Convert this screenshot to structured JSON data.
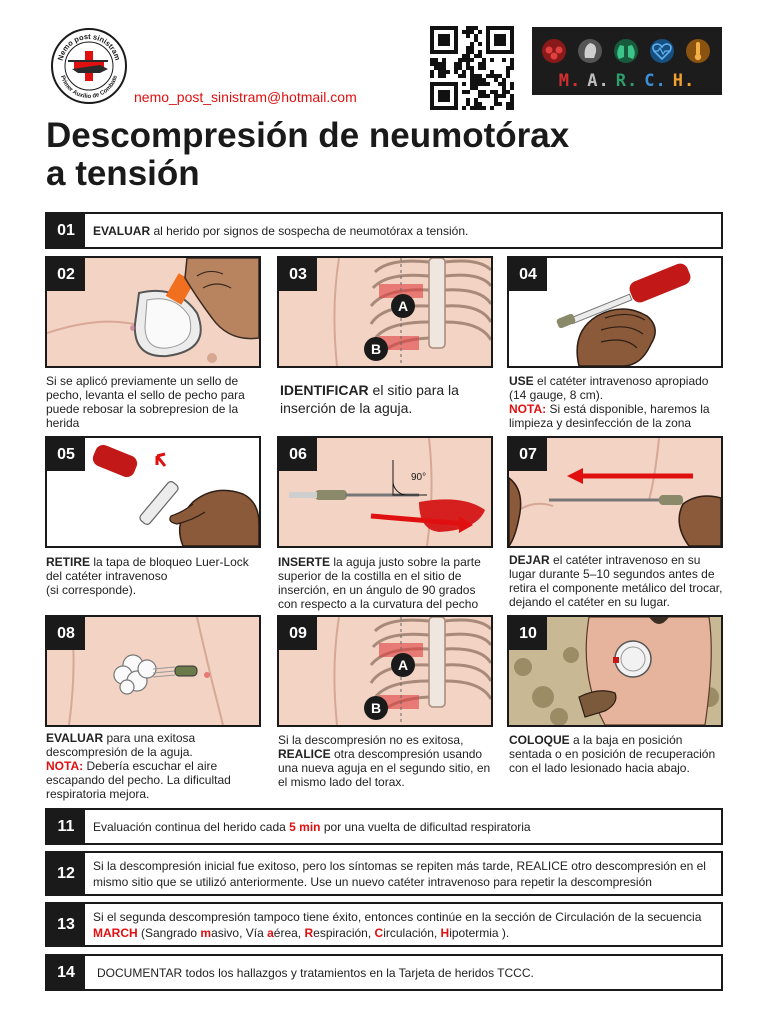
{
  "header": {
    "logo_text_top": "Nemo post sinistram",
    "logo_text_bottom": "Primer Auxilio de Combate",
    "email": "nemo_post_sinistram@hotmail.com",
    "march_letters": [
      "M.",
      "A.",
      "R.",
      "C.",
      "H."
    ],
    "march_colors": [
      "#d32f2f",
      "#bdbdbd",
      "#2e9d6a",
      "#3a8fd6",
      "#f0a030"
    ],
    "title_line1": "Descompresión de neumotórax",
    "title_line2": "a tensión"
  },
  "step01": {
    "num": "01",
    "bold": "EVALUAR",
    "text": " al herido por signos de sospecha de neumotórax a tensión."
  },
  "panels": {
    "p02": {
      "num": "02",
      "caption": "Si se aplicó previamente un sello de pecho, levanta el sello de pecho para puede rebosar la sobrepresion de la herida"
    },
    "p03": {
      "num": "03",
      "bold": "IDENTIFICAR",
      "text": " el sitio para la inserción de la aguja.",
      "label_a": "A",
      "label_b": "B"
    },
    "p04": {
      "num": "04",
      "bold": "USE",
      "text": " el catéter intravenoso apropiado (14 gauge, 8 cm).",
      "note_label": "NOTA:",
      "note": " Si está disponible, haremos la limpieza y desinfección de la zona"
    },
    "p05": {
      "num": "05",
      "bold": "RETIRE",
      "text": " la tapa de bloqueo Luer-Lock del catéter intravenoso",
      "text2": "(si corresponde)."
    },
    "p06": {
      "num": "06",
      "bold": "INSERTE",
      "text": " la aguja justo sobre la parte superior de la costilla en el sitio de inserción, en un ángulo de 90 grados con respecto a la curvatura del pecho",
      "angle": "90°"
    },
    "p07": {
      "num": "07",
      "bold": "DEJAR",
      "text": " el catéter intravenoso en su lugar durante 5–10 segundos antes de retira el componente metálico del trocar, dejando el catéter en su lugar."
    },
    "p08": {
      "num": "08",
      "bold": "EVALUAR",
      "text": " para una exitosa descompresión de la aguja.",
      "note_label": "NOTA:",
      "note": " Debería escuchar el aire escapando del pecho. La dificultad respiratoria mejora."
    },
    "p09": {
      "num": "09",
      "pre": "Si la descompresión no es exitosa, ",
      "bold": "REALICE",
      "text": " otra descompresión usando una nueva aguja en el segundo sitio, en el mismo lado del torax.",
      "label_a": "A",
      "label_b": "B"
    },
    "p10": {
      "num": "10",
      "bold": "COLOQUE",
      "text": " a la baja en posición sentada o en posición de recuperación con el lado lesionado hacia abajo."
    }
  },
  "step11": {
    "num": "11",
    "pre": "Evaluación continua del herido cada ",
    "red": "5 min",
    "post": "  por una vuelta de dificultad respiratoria"
  },
  "step12": {
    "num": "12",
    "text": "Si la descompresión inicial fue exitoso, pero los síntomas se repiten más tarde, REALICE otro descompresión en el mismo sitio que se utilizó anteriormente. Use un nuevo catéter intravenoso para repetir la descompresión"
  },
  "step13": {
    "num": "13",
    "pre": "Si el segunda descompresión  tampoco tiene éxito, entonces continúe en la sección de Circulación de la secuencia ",
    "march": "MARCH",
    "s1": " (Sangrado ",
    "m": "m",
    "s2": "asivo, Vía ",
    "a": "a",
    "s3": "érea, ",
    "r": "R",
    "s4": "espiración, ",
    "c": "C",
    "s5": "irculación, ",
    "h": "H",
    "s6": "ipotermia )."
  },
  "step14": {
    "num": "14",
    "text": "DOCUMENTAR todos los hallazgos y tratamientos en la Tarjeta de heridos TCCC."
  }
}
